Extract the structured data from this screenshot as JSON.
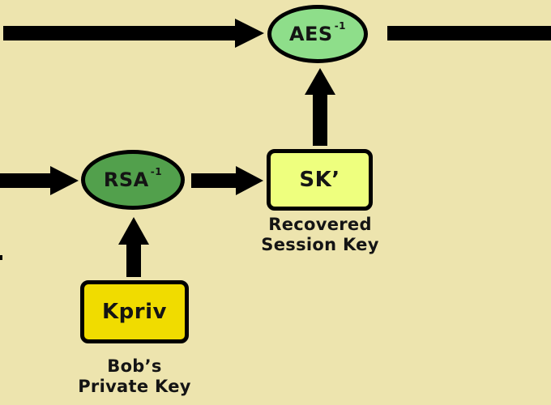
{
  "diagram": {
    "nodes": {
      "aes": {
        "label": "AES",
        "superscript": "-1",
        "fill": "#8ede8a",
        "shape": "ellipse"
      },
      "rsa": {
        "label": "RSA",
        "superscript": "-1",
        "fill": "#52a04c",
        "shape": "ellipse"
      },
      "sk": {
        "label": "SK’",
        "fill": "#eeff7e",
        "shape": "rounded-rect"
      },
      "kpriv": {
        "label": "Kpriv",
        "fill": "#f0dc00",
        "shape": "rounded-rect"
      }
    },
    "captions": {
      "sk": {
        "line1": "Recovered",
        "line2": "Session Key"
      },
      "kpriv": {
        "line1": "Bob’s",
        "line2": "Private Key"
      }
    },
    "edges": [
      {
        "from": "left-edge-top",
        "to": "aes"
      },
      {
        "from": "aes",
        "to": "right-edge"
      },
      {
        "from": "left-edge-middle",
        "to": "rsa"
      },
      {
        "from": "rsa",
        "to": "sk"
      },
      {
        "from": "sk",
        "to": "aes"
      },
      {
        "from": "kpriv",
        "to": "rsa"
      }
    ],
    "colors": {
      "background": "#ede4ae",
      "stroke": "#000000"
    }
  }
}
